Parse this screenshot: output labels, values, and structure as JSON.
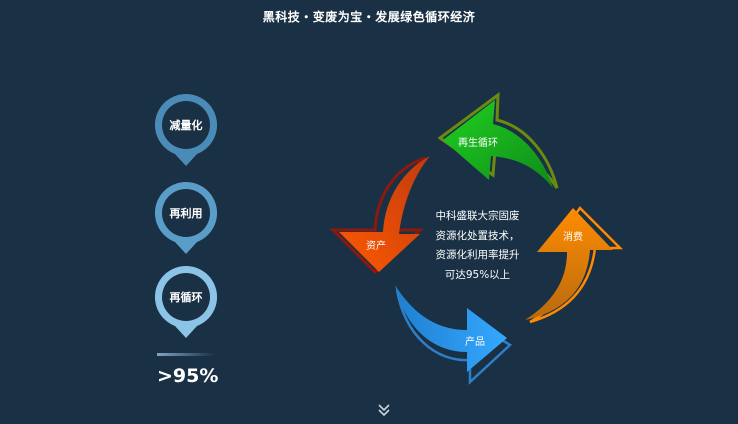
{
  "header": {
    "title": "黑科技・变废为宝・发展绿色循环经济"
  },
  "pins": [
    {
      "label": "减量化",
      "color": "#4a8bb8"
    },
    {
      "label": "再利用",
      "color": "#5a9dc9"
    },
    {
      "label": "再循环",
      "color": "#8cc4e8"
    }
  ],
  "stat": {
    "value": ">95%"
  },
  "cycle": {
    "arrows": [
      {
        "label": "再生循环",
        "color": "#1ec21e"
      },
      {
        "label": "消费",
        "color": "#ff8a00"
      },
      {
        "label": "产品",
        "color": "#2e9bef"
      },
      {
        "label": "资产",
        "color": "#ff5a00"
      }
    ],
    "center_lines": [
      "中科盛联大宗固废",
      "资源化处置技术，",
      "资源化利用率提升",
      "可达95%以上"
    ]
  },
  "scroll_hint": {
    "icon": "double-chevron-down-icon"
  }
}
